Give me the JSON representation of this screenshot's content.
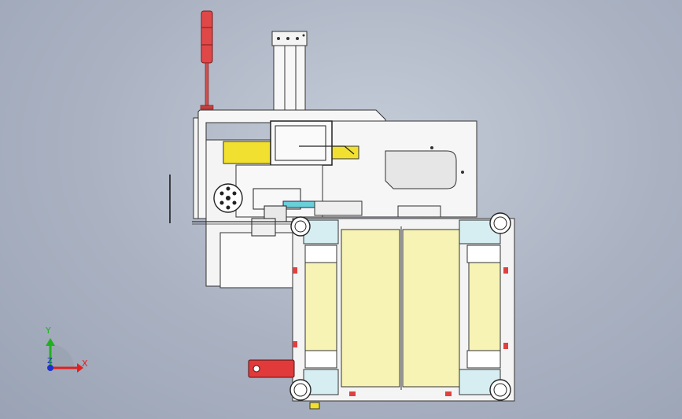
{
  "viewport": {
    "background_colors": [
      "#c4ccd8",
      "#9aa3b5"
    ]
  },
  "triad": {
    "x_label": "X",
    "y_label": "Y",
    "z_label": "Z",
    "x_color": "#e02020",
    "y_color": "#20b020",
    "z_color": "#2030d0"
  },
  "model": {
    "accent_yellow": "#f2e030",
    "panel_cream": "#f6f3b4",
    "block_cyan": "#d6eef2",
    "signal_red": "#e04040",
    "handle_red": "#e03a3a"
  }
}
